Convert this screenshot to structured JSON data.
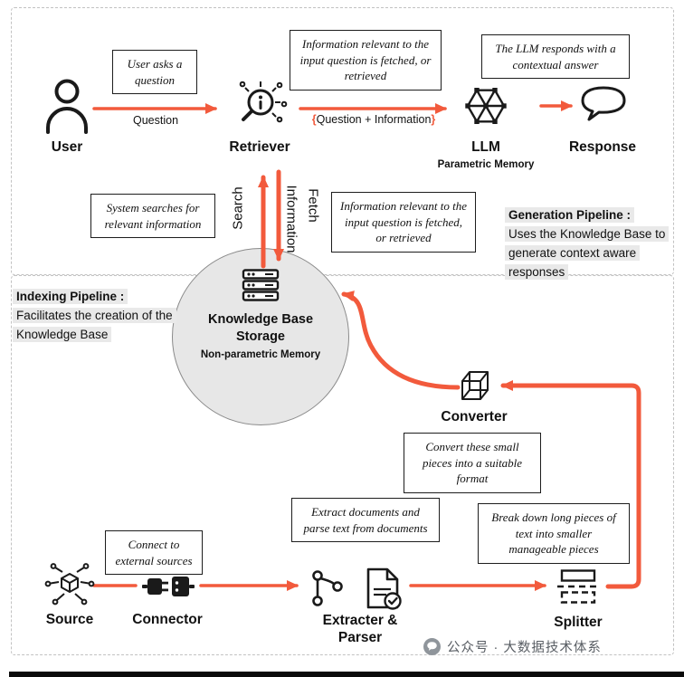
{
  "generation": {
    "pipeline_title": "Generation Pipeline :",
    "pipeline_body": "Uses the Knowledge Base to generate context aware responses",
    "user": {
      "label": "User",
      "note": "User asks a question",
      "arrow": "Question"
    },
    "retriever": {
      "label": "Retriever",
      "note": "Information relevant to the input question is fetched, or retrieved",
      "arrow_open": "{",
      "arrow_text": "Question + Information",
      "arrow_close": "}"
    },
    "llm": {
      "label": "LLM",
      "sublabel": "Parametric Memory",
      "note": "The LLM responds with a contextual answer"
    },
    "response": {
      "label": "Response"
    },
    "search_label": "Search",
    "fetch_label": "Fetch",
    "information_label": "Information",
    "search_note": "System searches for relevant information",
    "fetch_note": "Information relevant to the input question is fetched, or retrieved"
  },
  "knowledge_base": {
    "title": "Knowledge Base Storage",
    "subtitle": "Non-parametric Memory"
  },
  "indexing": {
    "pipeline_title": "Indexing Pipeline :",
    "pipeline_body": "Facilitates the creation of the Knowledge Base",
    "source": {
      "label": "Source"
    },
    "connector": {
      "label": "Connector",
      "note": "Connect to external sources"
    },
    "extracter": {
      "label": "Extracter & Parser",
      "note": "Extract documents and parse text from documents"
    },
    "splitter": {
      "label": "Splitter",
      "note": "Break down long pieces of text into smaller manageable pieces"
    },
    "converter": {
      "label": "Converter",
      "note": "Convert these small pieces into a suitable format"
    }
  },
  "watermark": {
    "text": "公众号 · 大数据技术体系"
  },
  "colors": {
    "arrow": "#f25a3c",
    "highlight": "#e9e9e9",
    "circle_fill": "#e7e7e7"
  }
}
